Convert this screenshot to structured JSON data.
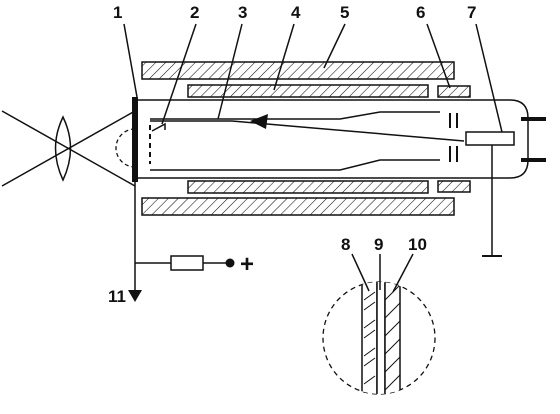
{
  "labels": {
    "l1": "1",
    "l2": "2",
    "l3": "3",
    "l4": "4",
    "l5": "5",
    "l6": "6",
    "l7": "7",
    "l8": "8",
    "l9": "9",
    "l10": "10",
    "l11": "11"
  },
  "supply_sign": "+"
}
